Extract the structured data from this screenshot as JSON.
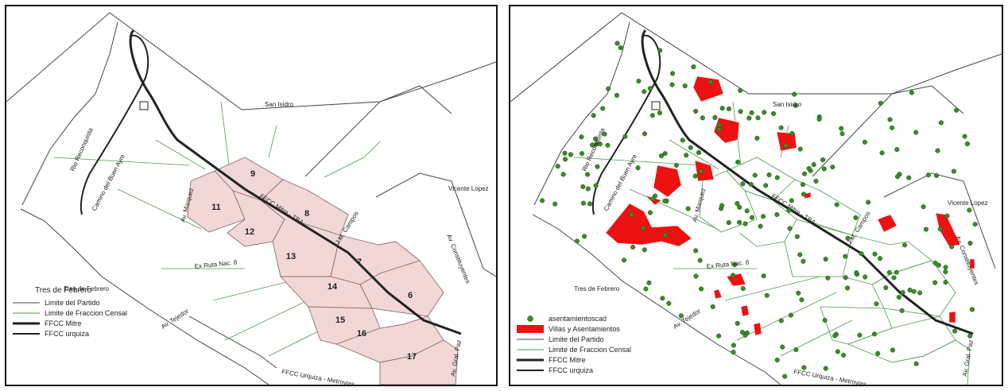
{
  "left_map": {
    "labels": {
      "san_isidro": "San Isidro",
      "rio": "Rio Reconquista",
      "camino": "Camino del Buen Ayre",
      "av_marquez": "Av. Marquez",
      "ffcc_mitre": "FFCC Mitre - TBA",
      "jm_campos": "J.M. Campos",
      "ex_ruta": "Ex Ruta Nac. 8",
      "tres_febrero": "Tres de Febrero",
      "av_tejedor": "Av. Tejedor",
      "ffcc_urquiza": "FFCC Urquiza - Metrovias",
      "av_gral_paz": "Av. Gral. Paz",
      "vicente_lopez": "Vicente Lopez",
      "av_constituyentes": "Av. Constituyentes"
    },
    "fractions": [
      "9",
      "8",
      "11",
      "12",
      "13",
      "7",
      "14",
      "6",
      "15",
      "16",
      "17"
    ]
  },
  "right_map": {
    "labels": {
      "san_isidro": "San Isidro",
      "rio": "Rio Reconquista",
      "camino": "Camino del Buen Ayre",
      "av_marquez": "Av. Marquez",
      "ffcc_mitre": "FFCC Mitre - TBA",
      "jm_campos": "J.M. Campos",
      "ex_ruta": "Ex Ruta Nac. 8",
      "tres_febrero": "Tres de Febrero",
      "av_tejedor": "Av. Tejedor",
      "ffcc_urquiza": "FFCC Urquiza - Metrovias",
      "av_gral_paz": "Av. Gral. Paz",
      "vicente_lopez": "Vicente Lopez",
      "av_constituyentes": "Av. Constituyentes"
    }
  },
  "left_legend": {
    "title": "Tres de Febrero",
    "items": [
      "Limite del Partido",
      "Limite de Fraccion Censal",
      "FFCC Mitre",
      "FFCC urquiza"
    ]
  },
  "right_legend": {
    "items": [
      "asentamientoscad",
      "Villas y Asentamientos",
      "Limite del Partido",
      "Limite de Fraccion Censal",
      "FFCC Mitre",
      "FFCC urquiza"
    ]
  },
  "colors": {
    "fraction_fill": "#f1d8d6",
    "fraction_line": "#8a6e6e",
    "boundary_line": "#444444",
    "census_line": "#4f9a4f",
    "railway": "#222222",
    "settlement_red": "#ee1111",
    "point_green": "#3d8a2a"
  }
}
